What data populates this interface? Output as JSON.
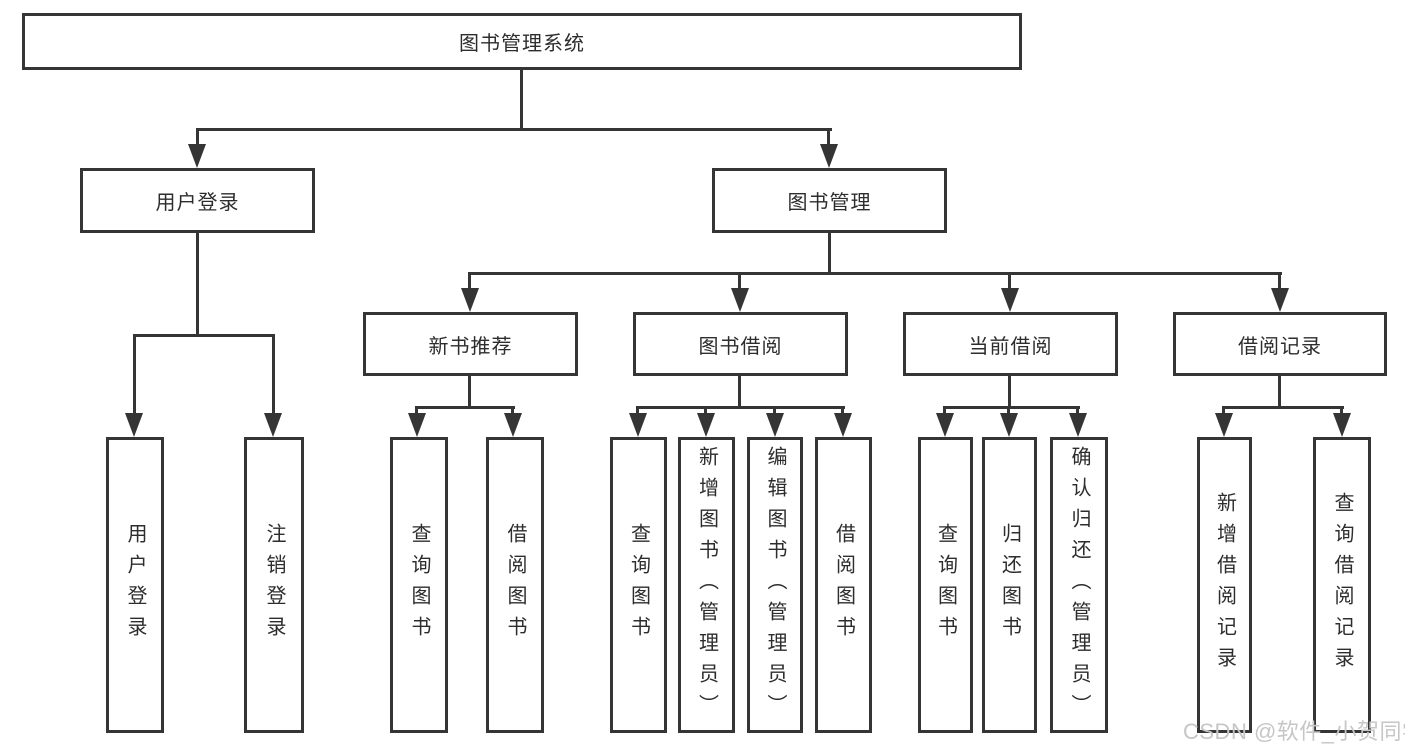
{
  "tree": {
    "root": {
      "label": "图书管理系统"
    },
    "user": {
      "label": "用户登录",
      "leaves": [
        "用户登录",
        "注销登录"
      ]
    },
    "book": {
      "label": "图书管理",
      "sections": [
        {
          "label": "新书推荐",
          "leaves": [
            "查询图书",
            "借阅图书"
          ]
        },
        {
          "label": "图书借阅",
          "leaves": [
            "查询图书",
            "新增图书（管理员）",
            "编辑图书（管理员）",
            "借阅图书"
          ]
        },
        {
          "label": "当前借阅",
          "leaves": [
            "查询图书",
            "归还图书",
            "确认归还（管理员）"
          ]
        },
        {
          "label": "借阅记录",
          "leaves": [
            "新增借阅记录",
            "查询借阅记录"
          ]
        }
      ]
    }
  },
  "watermark": {
    "text": "CSDN @软件_小贺同学",
    "color": "#c6c6c6"
  },
  "colors": {
    "line": "#353535",
    "text": "#2d2d2d",
    "box_background": "#ffffff",
    "page_background": "#ffffff"
  }
}
